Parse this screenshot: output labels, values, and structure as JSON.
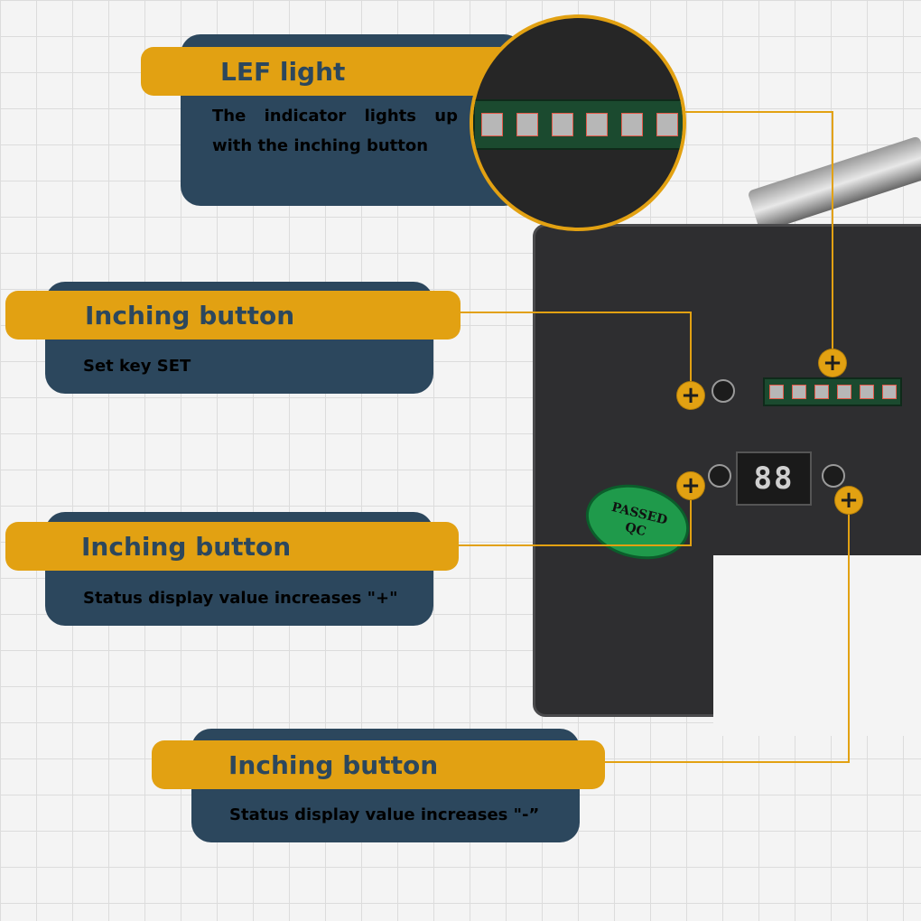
{
  "callouts": [
    {
      "title": "LEF light",
      "description": "The indicator lights up with the inching button"
    },
    {
      "title": "Inching button",
      "description": "Set key SET"
    },
    {
      "title": "Inching button",
      "description": "Status display value increases \"+\""
    },
    {
      "title": "Inching button",
      "description": "Status display value increases \"-”"
    }
  ],
  "device": {
    "marker_symbol": "+",
    "display_value": "88",
    "badge_line1": "PASSED",
    "badge_line2": "QC"
  },
  "colors": {
    "accent": "#e2a112",
    "card": "#2c475d",
    "device": "#2e2e30"
  }
}
